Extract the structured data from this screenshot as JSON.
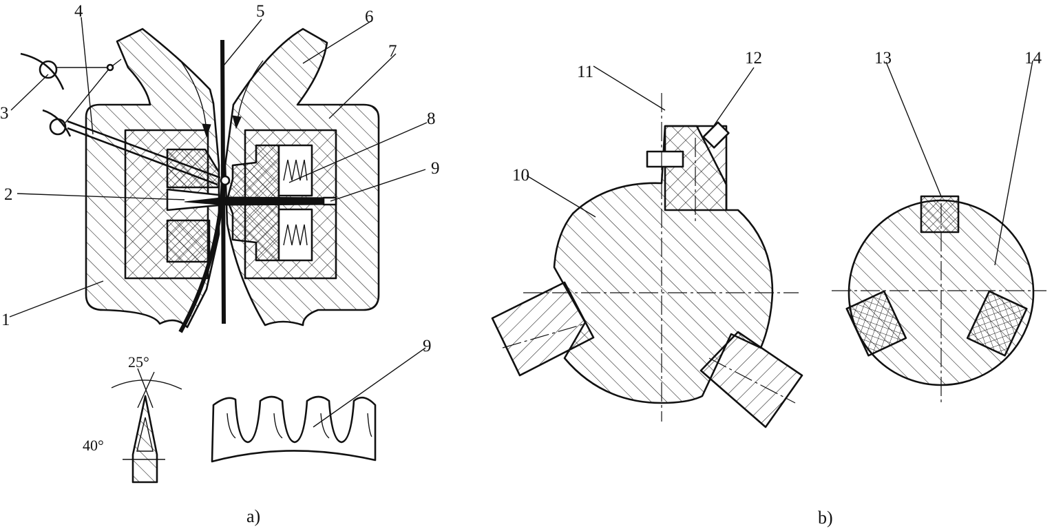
{
  "figure": {
    "part_a": {
      "caption": "a)",
      "callouts": [
        "1",
        "2",
        "3",
        "4",
        "5",
        "6",
        "7",
        "8",
        "9"
      ],
      "detail_callout": "9",
      "angles": {
        "tip": "25°",
        "side": "40°"
      }
    },
    "part_b": {
      "caption": "b)",
      "callouts": [
        "10",
        "11",
        "12",
        "13",
        "14"
      ]
    }
  }
}
